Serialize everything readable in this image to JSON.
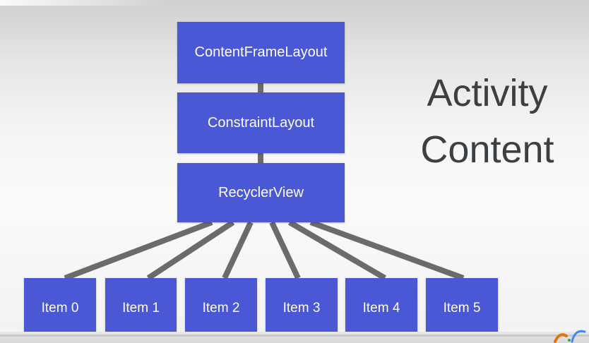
{
  "diagram": {
    "title_line1": "Activity",
    "title_line2": "Content",
    "root": "ContentFrameLayout",
    "mid": "ConstraintLayout",
    "list": "RecyclerView",
    "items": [
      "Item 0",
      "Item 1",
      "Item 2",
      "Item 3",
      "Item 4",
      "Item 5"
    ]
  },
  "colors": {
    "node": "#4a58d6",
    "connector": "#6b6b6b",
    "title_text": "#3c4043"
  }
}
